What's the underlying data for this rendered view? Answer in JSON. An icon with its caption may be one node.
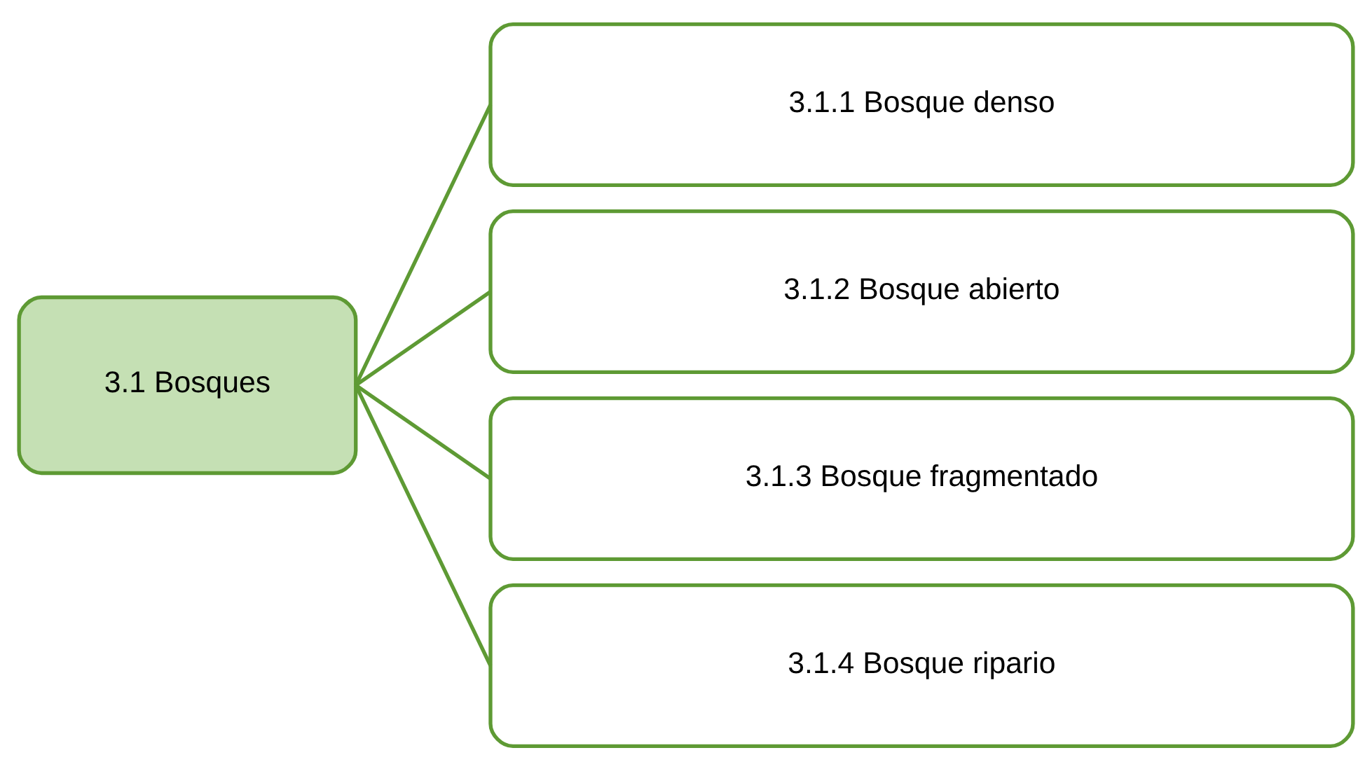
{
  "diagram": {
    "nodes": [
      {
        "text": [
          "3.1 Bosques"
        ]
      },
      {
        "text": [
          "3.1.1 Bosque denso"
        ]
      },
      {
        "text": [
          "3.1.2 Bosque abierto"
        ]
      },
      {
        "text": [
          "3.1.3 Bosque fragmentado"
        ]
      },
      {
        "text": [
          "3.1.4 Bosque ripario"
        ]
      }
    ],
    "edges": [
      {
        "from": 0,
        "to": 1,
        "arrow": "none"
      },
      {
        "from": 0,
        "to": 2,
        "arrow": "none"
      },
      {
        "from": 0,
        "to": 3,
        "arrow": "none"
      },
      {
        "from": 0,
        "to": 4,
        "arrow": "none"
      }
    ]
  }
}
